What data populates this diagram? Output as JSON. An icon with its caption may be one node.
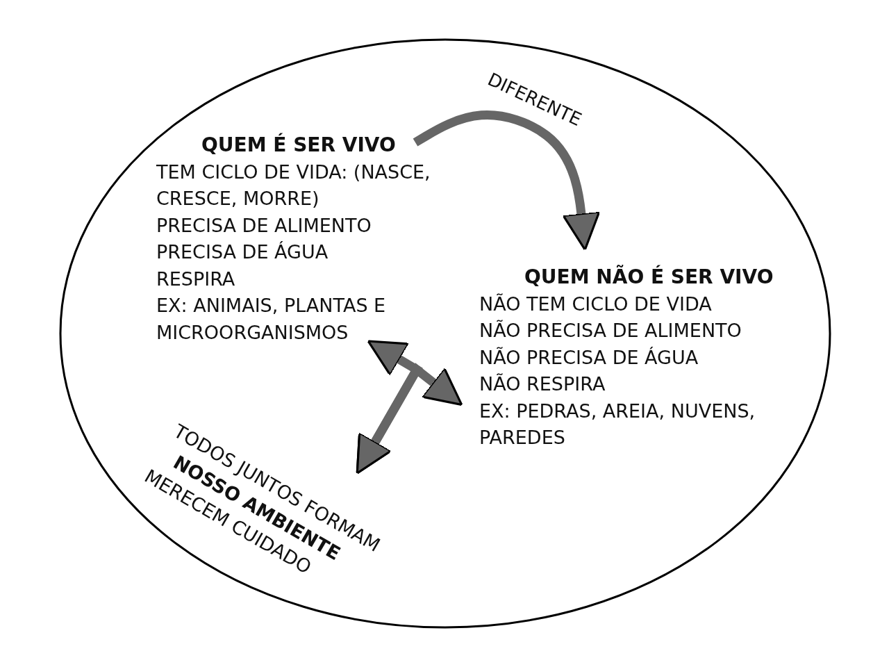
{
  "diagram": {
    "nodes": [
      {
        "text": [],
        "shape": "ellipse"
      },
      {
        "text": [
          "QUEM É SER VIVO",
          "TEM CICLO DE VIDA: (NASCE, CRESCE, MORRE)",
          "PRECISA DE ALIMENTO",
          "PRECISA DE ÁGUA",
          "RESPIRA",
          "EX: ANIMAIS, PLANTAS E MICROORGANISMOS"
        ],
        "in": 0
      },
      {
        "text": [
          "QUEM NÃO É SER VIVO",
          "NÃO TEM CICLO DE VIDA",
          "NÃO PRECISA DE ALIMENTO",
          "NÃO PRECISA DE ÁGUA",
          "NÃO RESPIRA",
          "EX: PEDRAS, AREIA, NUVENS, PAREDES"
        ],
        "in": 0
      },
      {
        "text": [
          "TODOS JUNTOS FORMAM",
          "NOSSO AMBIENTE",
          "MERECEM CUIDADO"
        ],
        "in": 0
      }
    ],
    "edges": [
      {
        "from": 1,
        "to": 2,
        "arrow": "to",
        "label": "DIFERENTE"
      },
      {
        "from": 1,
        "to": 3,
        "arrow": "both"
      },
      {
        "from": 2,
        "to": 3,
        "arrow": "both"
      }
    ]
  }
}
